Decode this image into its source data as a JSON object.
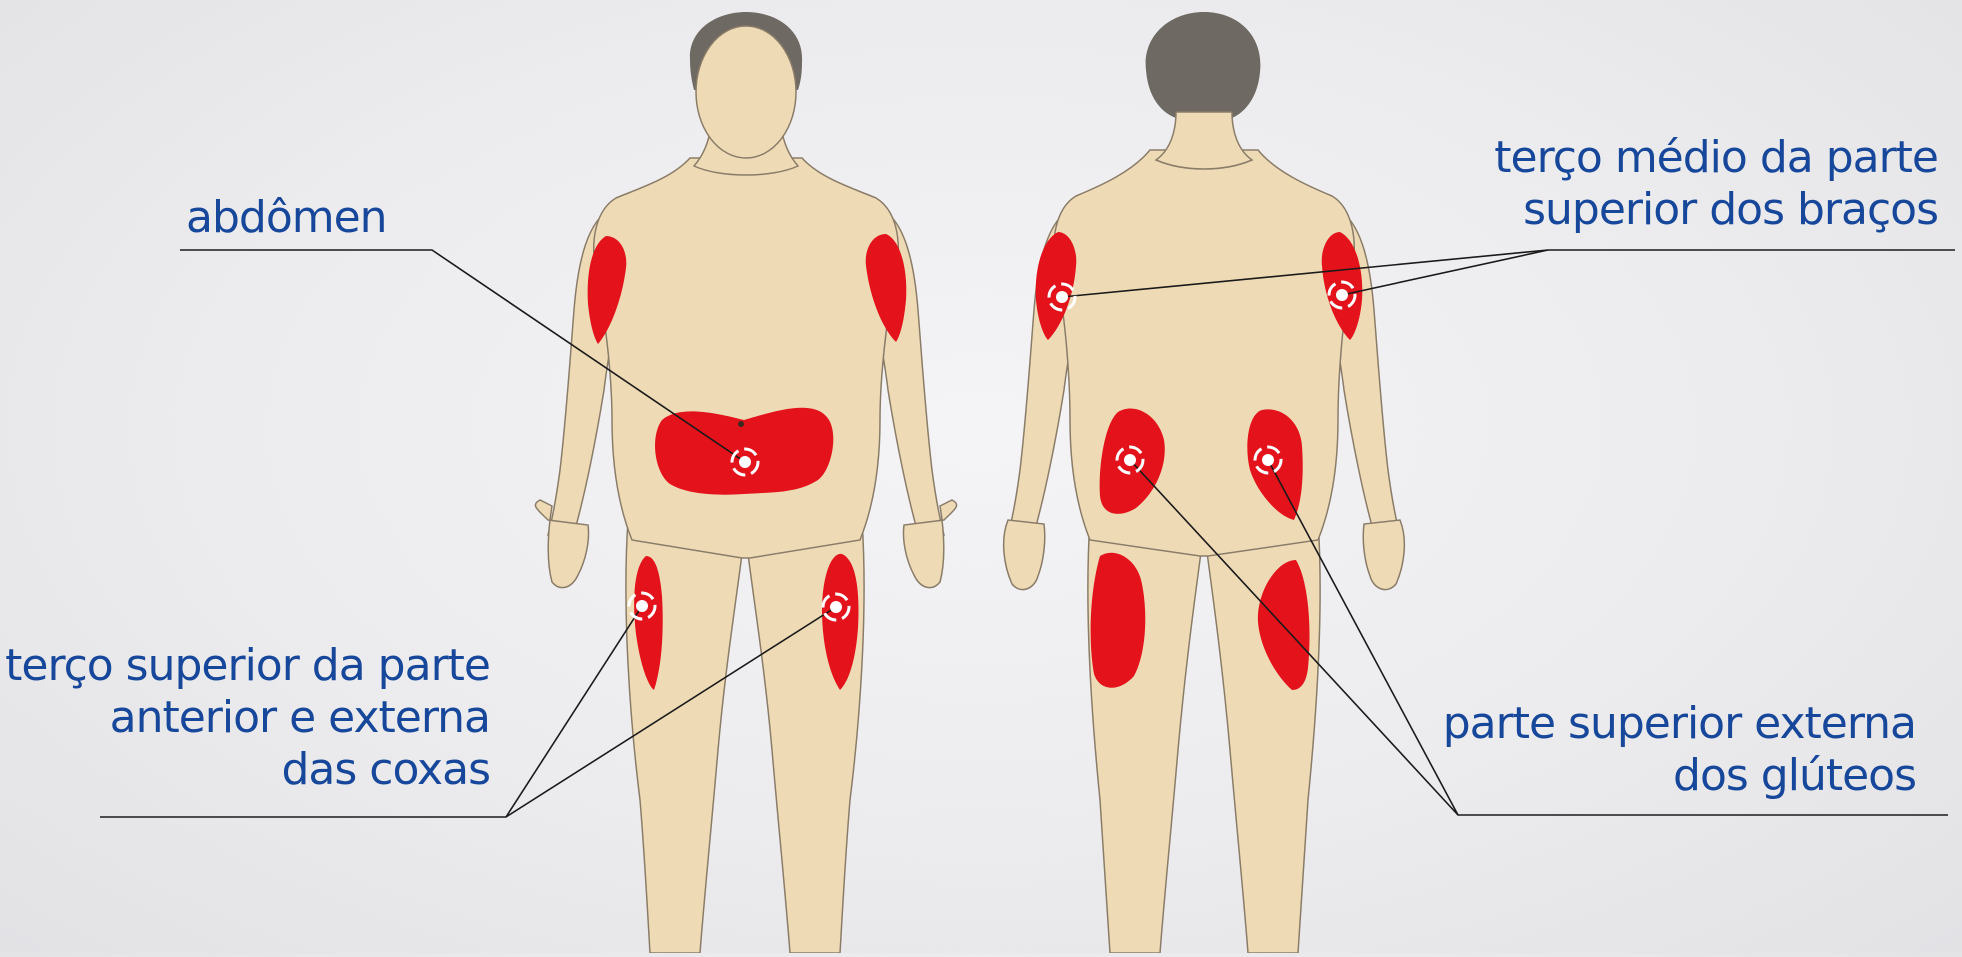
{
  "colors": {
    "background": "#ececee",
    "skin": "#eedbb6",
    "skin_outline": "#8a7c68",
    "hair": "#6e6963",
    "injection_area": "#e3121b",
    "label_text": "#17479a",
    "leader_line": "#1a1a1a"
  },
  "figures": {
    "front": "front-body",
    "back": "back-body"
  },
  "labels": {
    "abdomen": [
      "abdômen"
    ],
    "arms": [
      "terço médio da parte",
      "superior dos braços"
    ],
    "thighs": [
      "terço superior da parte",
      "anterior e externa",
      "das coxas"
    ],
    "buttocks": [
      "parte superior externa",
      "dos glúteos"
    ]
  }
}
